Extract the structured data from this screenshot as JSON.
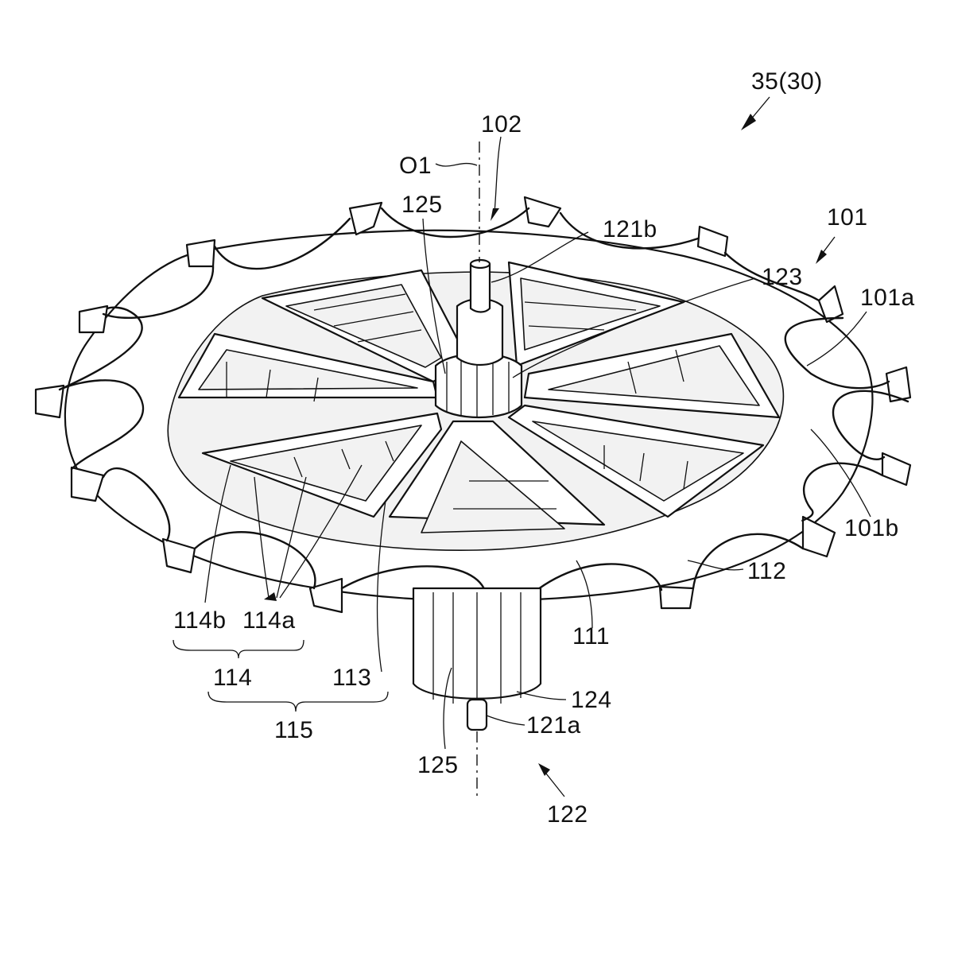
{
  "figure": {
    "assembly_ref": "35(30)",
    "labels": {
      "l102": "102",
      "lO1": "O1",
      "l125top": "125",
      "l121b": "121b",
      "l101": "101",
      "l123": "123",
      "l101a": "101a",
      "l101b": "101b",
      "l112": "112",
      "l111": "111",
      "l114b": "114b",
      "l114a": "114a",
      "l114": "114",
      "l113": "113",
      "l115": "115",
      "l124": "124",
      "l121a": "121a",
      "l125bot": "125",
      "l122": "122"
    }
  }
}
